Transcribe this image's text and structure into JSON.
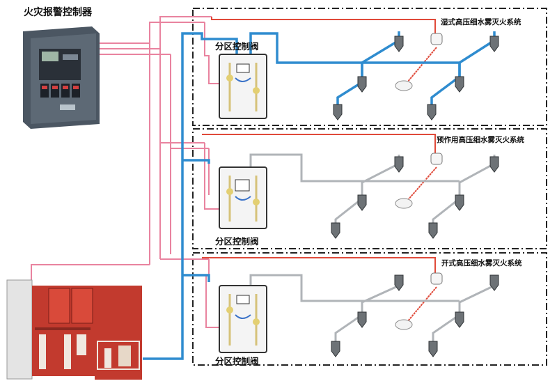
{
  "controller": {
    "title": "火灾报警控制器"
  },
  "systems": [
    {
      "name": "湿式高压细水雾灭火系统",
      "valve_label": "分区控制阀"
    },
    {
      "name": "预作用高压细水雾灭火系统",
      "valve_label": "分区控制阀"
    },
    {
      "name": "开式高压细水雾灭火系统",
      "valve_label": "分区控制阀"
    }
  ],
  "colors": {
    "signal_line": "#e9839f",
    "alarm_line": "#e04a3a",
    "water_pipe_wet": "#2f8ccf",
    "water_pipe_dry": "#b0b4b8",
    "pump_unit": "#c23a2e",
    "zone_border": "#222222"
  }
}
